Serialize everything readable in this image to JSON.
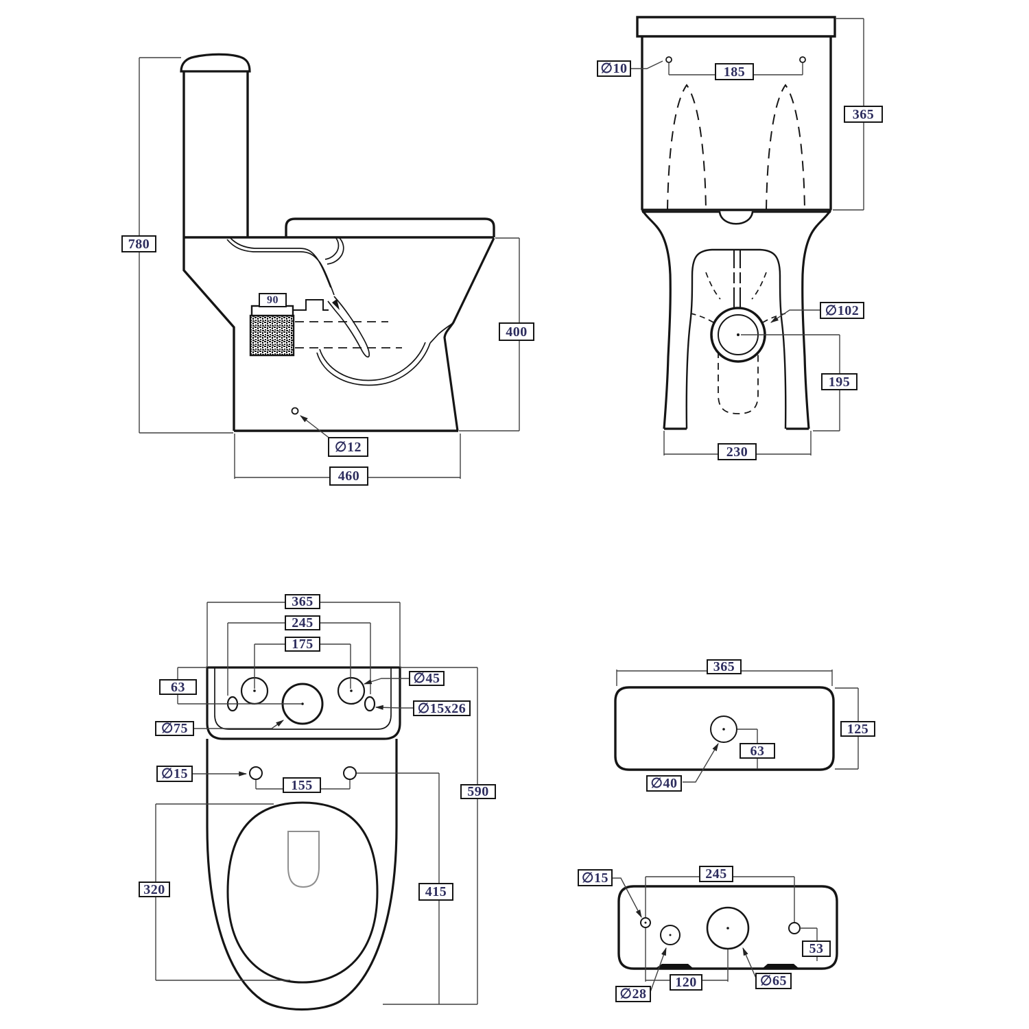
{
  "drawing": {
    "colors": {
      "background": "#ffffff",
      "outline": "#151515",
      "dimension_line": "#3f3f3f",
      "label_text": "#2d2d5e",
      "label_border": "#151515",
      "hatch_fill": "#111111",
      "flush_plate_gray": "#8f8f8f"
    },
    "views": {
      "side": {
        "dims": {
          "overall_height": "780",
          "outlet_setout": "90",
          "rim_height": "400",
          "fixing_hole": "∅12",
          "base_depth": "460"
        }
      },
      "rear": {
        "dims": {
          "seat_hole": "∅10",
          "seat_hole_spacing": "185",
          "cistern_height": "365",
          "outlet": "∅102",
          "outlet_height": "195",
          "base_width": "230"
        }
      },
      "plan": {
        "dims": {
          "cistern_width": "365",
          "slot_spacing": "245",
          "tap_hole_spacing": "175",
          "edge_offset": "63",
          "tap_hole": "∅45",
          "inlet_hole": "∅75",
          "slot": "∅15x26",
          "seat_fixing_hole": "∅15",
          "seat_fixing_spacing": "155",
          "overall_length": "590",
          "bowl_projection": "415",
          "bowl_length": "320"
        }
      },
      "lid": {
        "dims": {
          "width": "365",
          "depth": "125",
          "button_offset": "63",
          "button_hole": "∅40"
        }
      },
      "cistern_base": {
        "dims": {
          "inlet_hole": "∅15",
          "fixing_spacing": "245",
          "edge_offset": "53",
          "secondary_hole": "∅28",
          "hole_spacing": "120",
          "flush_outlet": "∅65"
        }
      }
    }
  }
}
